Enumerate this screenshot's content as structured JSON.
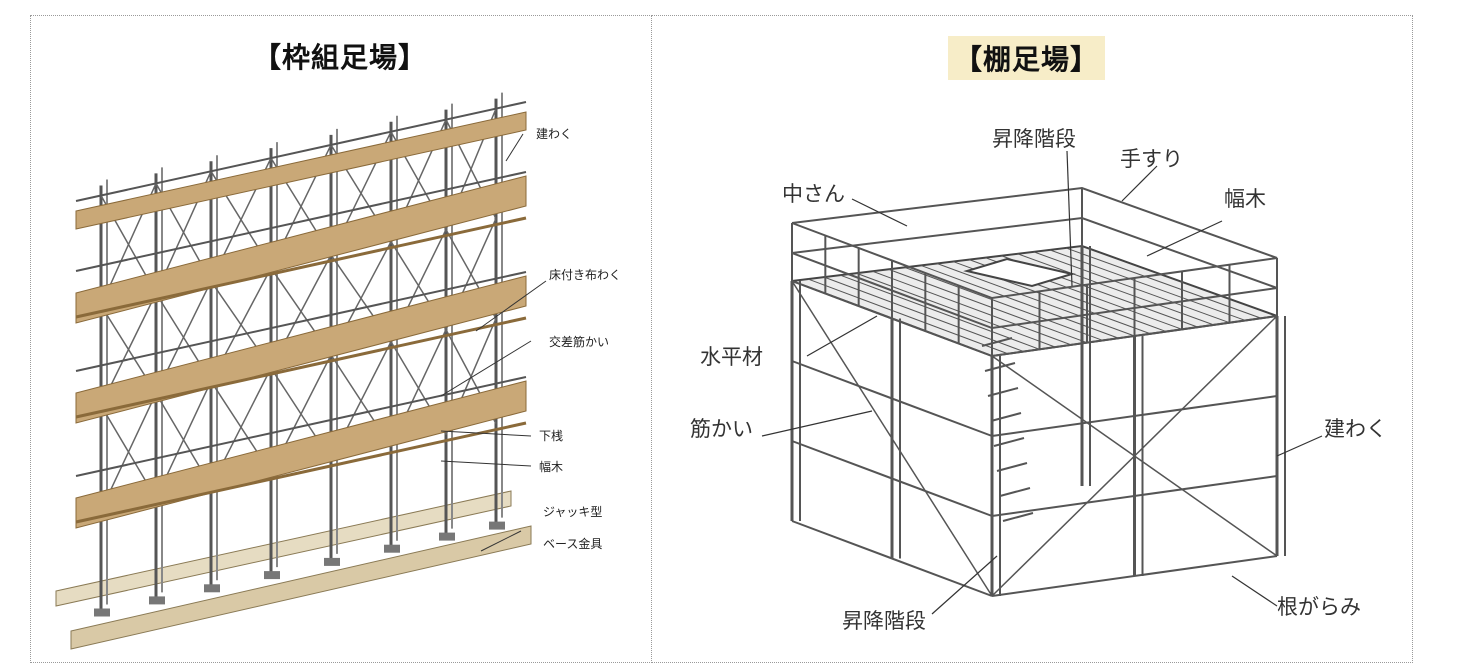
{
  "left": {
    "title": "【枠組足場】",
    "labels": {
      "frame": "建わく",
      "floor_frame": "床付き布わく",
      "cross_brace": "交差筋かい",
      "lower_rail": "下桟",
      "toeboard": "幅木",
      "jack_base_1": "ジャッキ型",
      "jack_base_2": "ベース金具"
    }
  },
  "right": {
    "title": "【棚足場】",
    "labels": {
      "stairs_top": "昇降階段",
      "handrail": "手すり",
      "mid_rail": "中さん",
      "toeboard": "幅木",
      "horizontal": "水平材",
      "brace": "筋かい",
      "frame": "建わく",
      "base_tie": "根がらみ",
      "stairs_bottom": "昇降階段"
    }
  },
  "colors": {
    "plank": "#c9a877",
    "plank_dark": "#8a6a3a",
    "pipe": "#555555",
    "ground": "#d9c9a6",
    "title_highlight": "#f7edc8"
  }
}
